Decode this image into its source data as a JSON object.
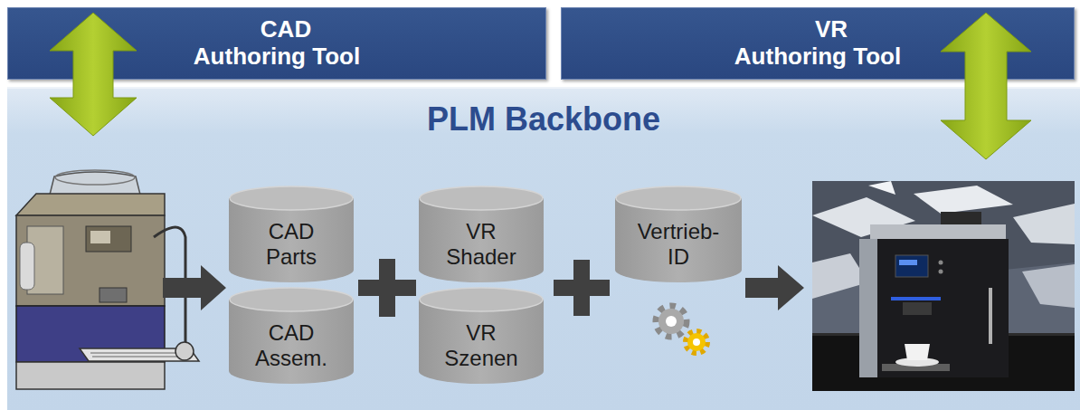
{
  "diagram": {
    "nodes": [
      {
        "text": [
          "CAD Authoring Tool"
        ]
      },
      {
        "text": [
          "VR Authoring Tool"
        ]
      },
      {
        "text": [
          "PLM Backbone"
        ]
      },
      {
        "text": [
          "CAD Parts"
        ],
        "in": 2
      },
      {
        "text": [
          "CAD Assem."
        ],
        "in": 2
      },
      {
        "text": [
          "VR Shader"
        ],
        "in": 2
      },
      {
        "text": [
          "VR Szenen"
        ],
        "in": 2
      },
      {
        "text": [
          "Vertrieb- ID"
        ],
        "in": 2
      }
    ]
  }
}
